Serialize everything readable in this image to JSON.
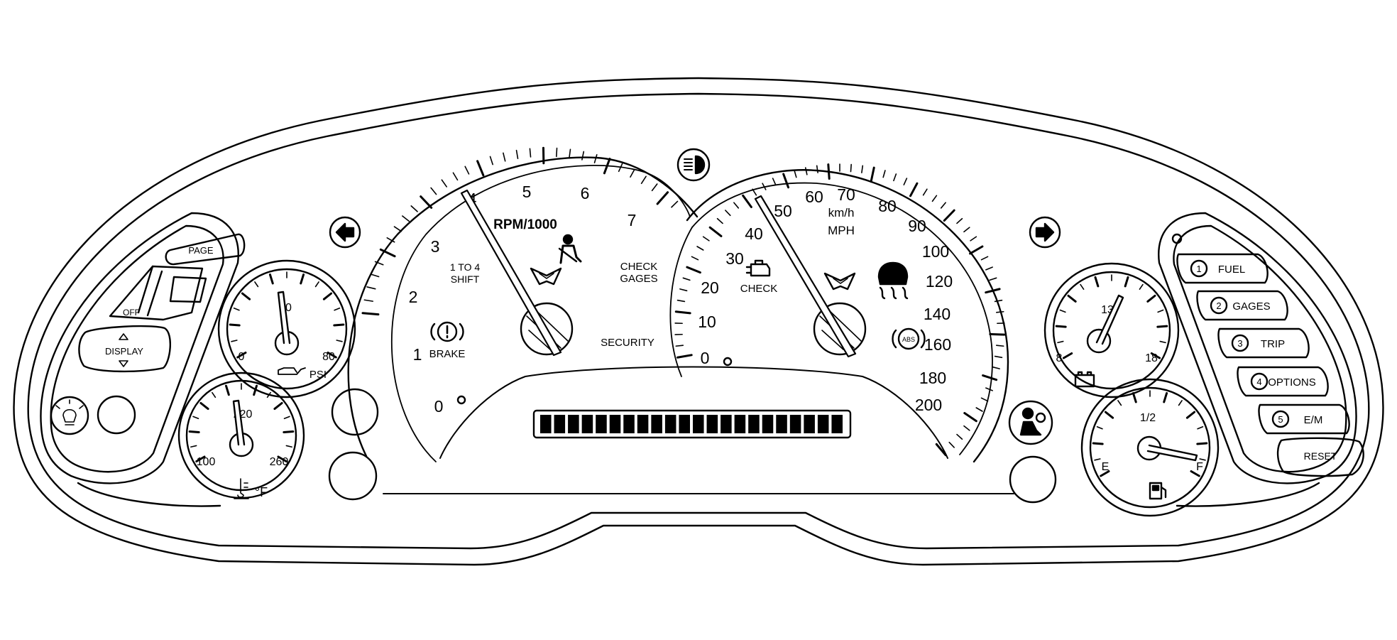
{
  "tachometer": {
    "labels": [
      "0",
      "1",
      "2",
      "3",
      "4",
      "5",
      "6",
      "7"
    ],
    "units": "RPM/1000",
    "shift_lines": [
      "1 TO 4",
      "SHIFT"
    ],
    "brake": "BRAKE",
    "check_gages": [
      "CHECK",
      "GAGES"
    ],
    "security": "SECURITY",
    "needle_value": 4
  },
  "speedometer": {
    "mph_labels": [
      "0",
      "10",
      "20",
      "30",
      "40",
      "50",
      "60",
      "70",
      "80",
      "90",
      "100",
      "120",
      "140",
      "160",
      "180",
      "200"
    ],
    "units_kmh": "km/h",
    "units_mph": "MPH",
    "check": "CHECK",
    "abs": "ABS",
    "needle_value": "45"
  },
  "oil_pressure": {
    "labels": [
      "0",
      "40",
      "80"
    ],
    "units": "PSI"
  },
  "coolant_temp": {
    "labels": [
      "100",
      "220",
      "260"
    ],
    "units": "°F"
  },
  "voltmeter": {
    "labels": [
      "8",
      "13",
      "18"
    ]
  },
  "fuel": {
    "labels": [
      "E",
      "1/2",
      "F"
    ]
  },
  "left_pod": {
    "page": "PAGE",
    "off": "OFF",
    "display": "DISPLAY"
  },
  "right_pod": {
    "buttons": [
      {
        "num": "1",
        "label": "FUEL"
      },
      {
        "num": "2",
        "label": "GAGES"
      },
      {
        "num": "3",
        "label": "TRIP"
      },
      {
        "num": "4",
        "label": "OPTIONS"
      },
      {
        "num": "5",
        "label": "E/M"
      }
    ],
    "reset": "RESET"
  },
  "icons": [
    "headlamp-icon",
    "left-turn-arrow-icon",
    "right-turn-arrow-icon",
    "seatbelt-icon",
    "corvette-logo-icon",
    "brake-icon",
    "check-engine-icon",
    "traction-control-icon",
    "abs-icon",
    "airbag-icon",
    "battery-icon",
    "fuel-pump-icon",
    "oil-can-icon",
    "coolant-thermometer-icon",
    "dimmer-icon"
  ],
  "display_segments": 22
}
